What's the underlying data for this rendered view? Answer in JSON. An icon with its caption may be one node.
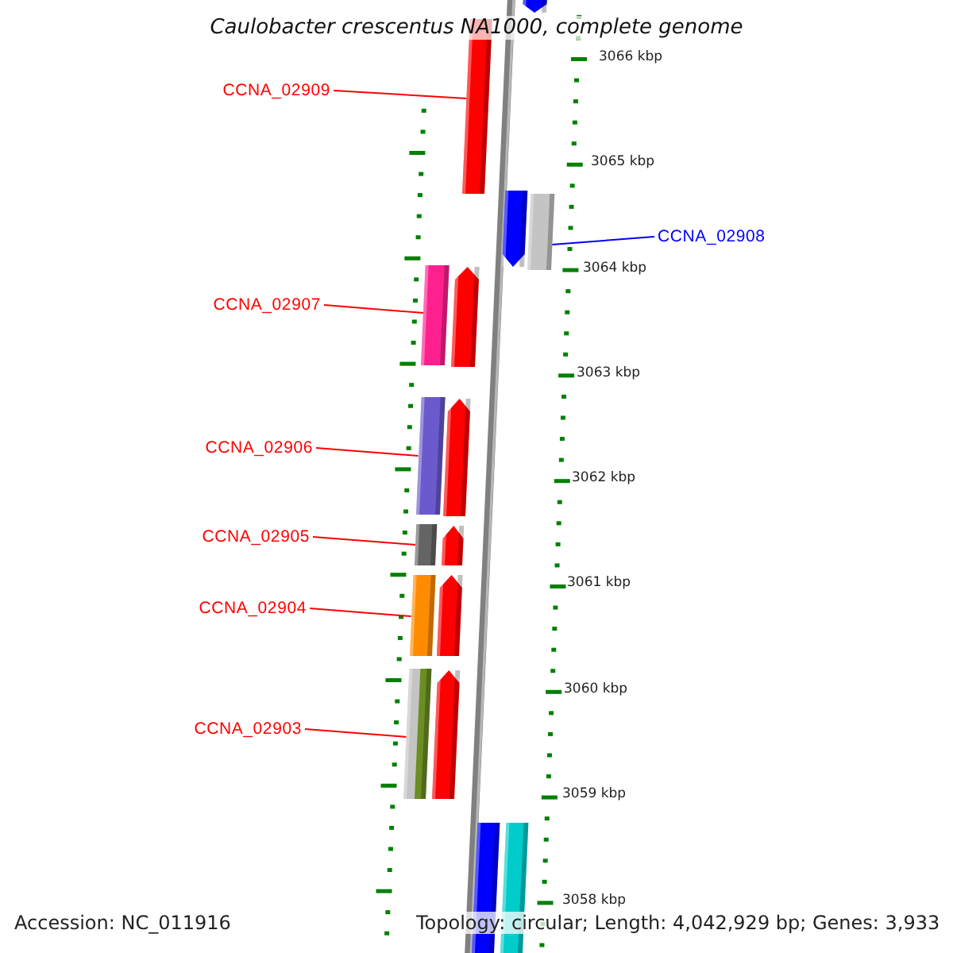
{
  "diagram": {
    "title": "Caulobacter crescentus NA1000, complete genome",
    "nodes": [
      {
        "text": [
          "CCNA_02909"
        ]
      },
      {
        "text": [
          "CCNA_02908"
        ]
      },
      {
        "text": [
          "CCNA_02907"
        ]
      },
      {
        "text": [
          "CCNA_02906"
        ]
      },
      {
        "text": [
          "CCNA_02905"
        ]
      },
      {
        "text": [
          "CCNA_02904"
        ]
      },
      {
        "text": [
          "CCNA_02903"
        ]
      },
      {
        "text": [],
        "shape": "bar"
      },
      {
        "text": [],
        "shape": "bar"
      },
      {
        "text": [],
        "shape": "bar"
      },
      {
        "text": [],
        "shape": "bar"
      },
      {
        "text": [],
        "shape": "bar"
      },
      {
        "text": [],
        "shape": "bar"
      },
      {
        "text": [],
        "shape": "bar"
      },
      {
        "text": [],
        "shape": "bar"
      },
      {
        "text": [],
        "shape": "bar"
      },
      {
        "text": [],
        "shape": "bar"
      },
      {
        "text": [],
        "shape": "bar"
      },
      {
        "text": [],
        "shape": "bar"
      },
      {
        "text": [],
        "shape": "bar"
      },
      {
        "text": [],
        "shape": "bar"
      },
      {
        "text": [],
        "shape": "bar"
      },
      {
        "text": [],
        "shape": "bar"
      }
    ],
    "edges": [
      {
        "from": 0,
        "to": 8,
        "arrow": "none"
      },
      {
        "from": 1,
        "to": 10,
        "arrow": "none",
        "color": "#0000ff"
      },
      {
        "from": 2,
        "to": 11,
        "arrow": "none"
      },
      {
        "from": 3,
        "to": 13,
        "arrow": "none"
      },
      {
        "from": 4,
        "to": 15,
        "arrow": "none"
      },
      {
        "from": 5,
        "to": 17,
        "arrow": "none"
      },
      {
        "from": 6,
        "to": 19,
        "arrow": "none"
      }
    ],
    "labels": [
      "3066 kbp",
      "3065 kbp",
      "3064 kbp",
      "3063 kbp",
      "3062 kbp",
      "3061 kbp",
      "3060 kbp",
      "3059 kbp",
      "3058 kbp",
      "Accession: NC_011916",
      "Topology: circular; Length: 4,042,929 bp; Genes: 3,933"
    ]
  }
}
